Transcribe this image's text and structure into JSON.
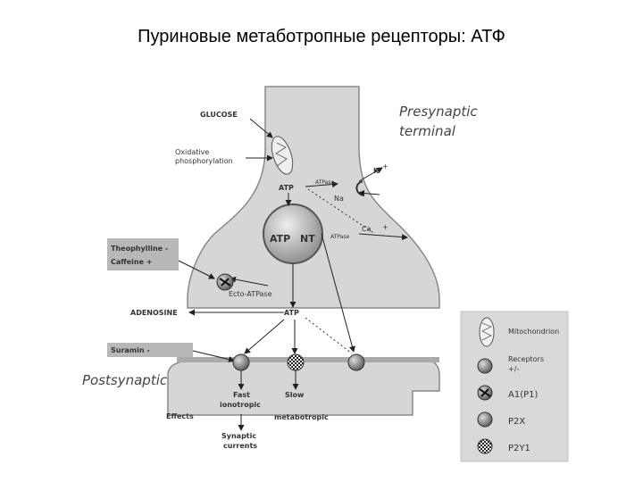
{
  "title": "Пуриновые метаботропные рецепторы: АТФ",
  "diagram": {
    "presynaptic": [
      "Presynaptic",
      "terminal"
    ],
    "postsynaptic": "Postsynaptic",
    "glucose": "GLUCOSE",
    "oxidative": [
      "Oxidative",
      "phosphorylation"
    ],
    "atp": "ATP",
    "atpase": "ATPase",
    "k_ion": "K",
    "k_sign": "+",
    "na_ion": "Na",
    "ca_ion": "Ca",
    "ca_sign": "+",
    "vesicle_atp": "ATP",
    "vesicle_nt": "NT",
    "theophylline": [
      "Theophylline -",
      "Caffeine +"
    ],
    "ecto_atpase": "Ecto-ATPase",
    "adenosine": "ADENOSINE",
    "suramin": "Suramin -",
    "effects": "Effects",
    "fast": [
      "Fast",
      "ionotropic"
    ],
    "slow": [
      "Slow",
      "metabotropic"
    ],
    "synaptic": [
      "Synaptic",
      "currents"
    ]
  },
  "legend": {
    "mitochondrion": "Mitochondrion",
    "receptors": [
      "Receptors",
      "+/-"
    ],
    "a1": "A1(P1)",
    "p2x": "P2X",
    "p2y1": "P2Y1"
  }
}
